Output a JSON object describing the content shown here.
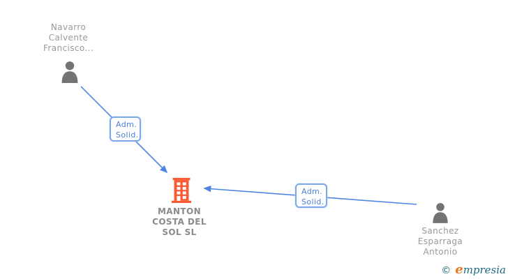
{
  "diagram": {
    "nodes": [
      {
        "id": "person-navarro",
        "type": "person",
        "name_lines": [
          "Navarro",
          "Calvente",
          "Francisco..."
        ]
      },
      {
        "id": "company-manton",
        "type": "company",
        "name_lines": [
          "MANTON",
          "COSTA DEL",
          "SOL SL"
        ]
      },
      {
        "id": "person-sanchez",
        "type": "person",
        "name_lines": [
          "Sanchez",
          "Esparraga",
          "Antonio"
        ]
      }
    ],
    "edges": [
      {
        "from": "person-navarro",
        "to": "company-manton",
        "label_lines": [
          "Adm.",
          "Solid."
        ]
      },
      {
        "from": "person-sanchez",
        "to": "company-manton",
        "label_lines": [
          "Adm.",
          "Solid."
        ]
      }
    ]
  },
  "footer": {
    "copyright_symbol": "©",
    "brand_initial": "e",
    "brand_rest": "mpresia"
  },
  "colors": {
    "edge_blue": "#4d86e0",
    "edge_label_text": "#4a7fd6",
    "edge_label_border": "#7da8ea",
    "person_icon_gray": "#747474",
    "person_text_gray": "#999999",
    "company_text_gray": "#8a8a8a",
    "building_orange": "#f85c35",
    "logo_teal": "#1d6a80",
    "logo_orange": "#e8791f"
  }
}
